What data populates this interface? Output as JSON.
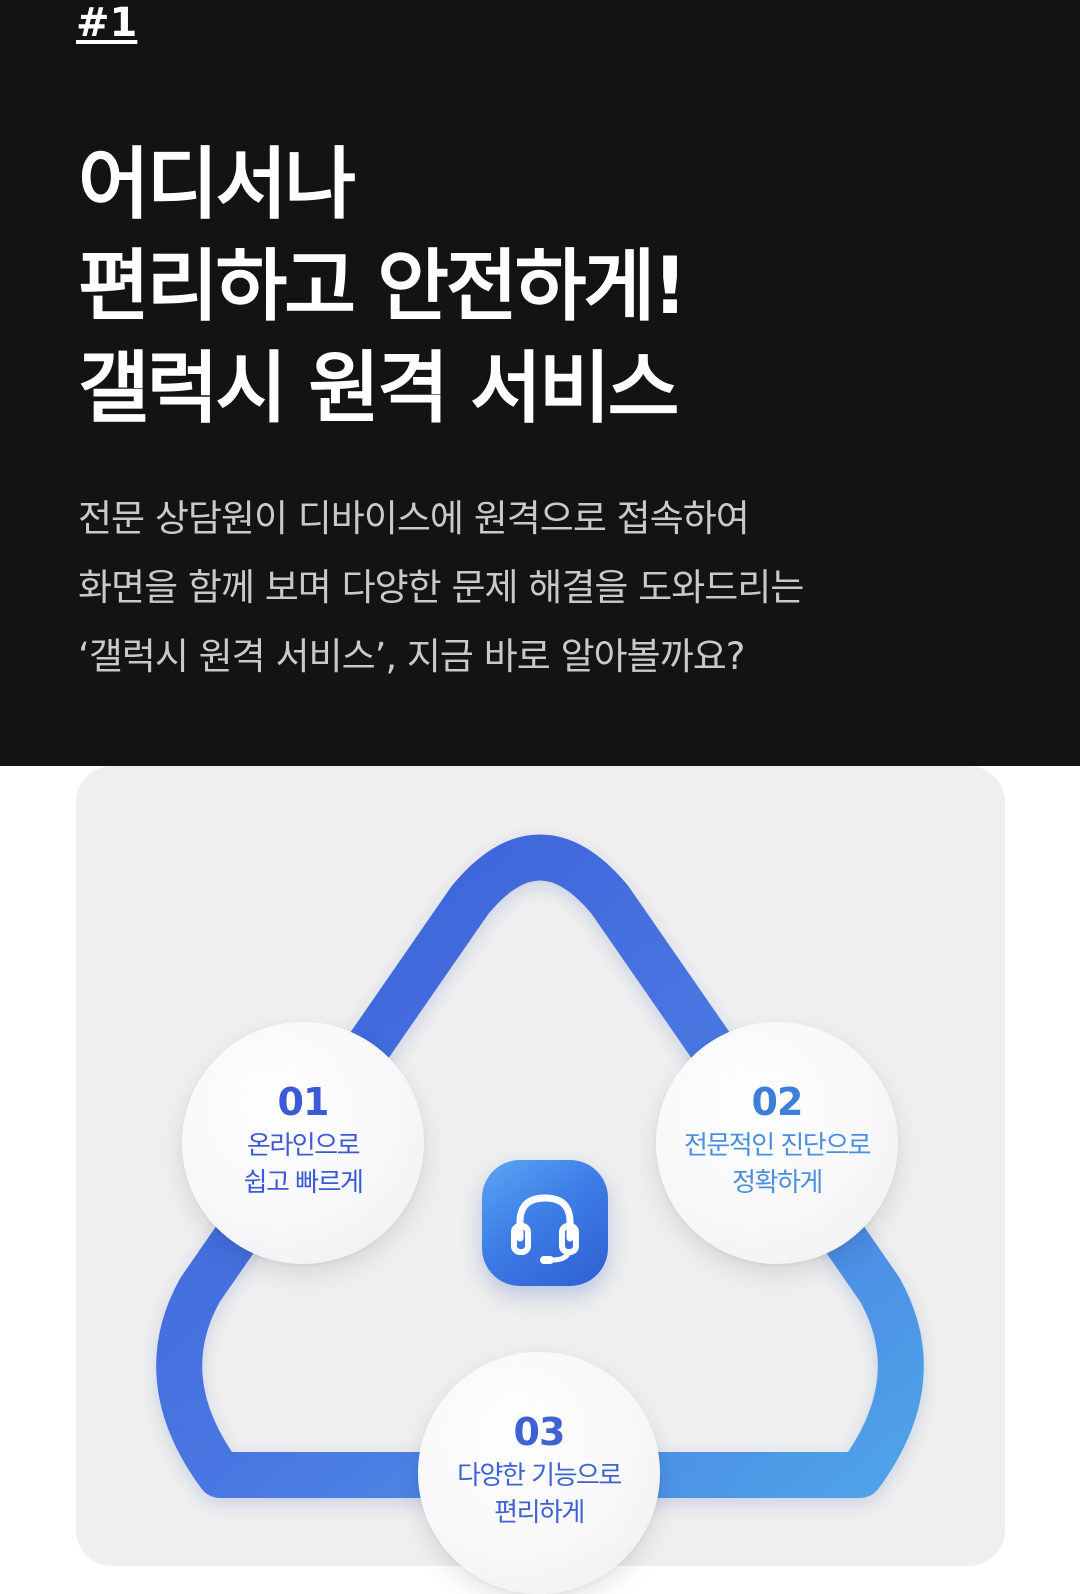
{
  "hero": {
    "tag": "#1",
    "headline": [
      "어디서나",
      "편리하고 안전하게!",
      "갤럭시 원격 서비스"
    ],
    "description": [
      "전문 상담원이 디바이스에 원격으로 접속하여",
      "화면을 함께 보며 다양한 문제 해결을 도와드리는",
      "‘갤럭시 원격 서비스’, 지금 바로 알아볼까요?"
    ]
  },
  "diagram": {
    "center_icon": "headset-icon",
    "steps": [
      {
        "number": "01",
        "line1": "온라인으로",
        "line2": "쉽고 빠르게"
      },
      {
        "number": "02",
        "line1": "전문적인 진단으로",
        "line2": "정확하게"
      },
      {
        "number": "03",
        "line1": "다양한 기능으로",
        "line2": "편리하게"
      }
    ]
  },
  "colors": {
    "background_dark": "#131313",
    "card_background": "#efefef",
    "accent_blue": "#3b5bd6",
    "accent_light_blue": "#4a9be6"
  }
}
